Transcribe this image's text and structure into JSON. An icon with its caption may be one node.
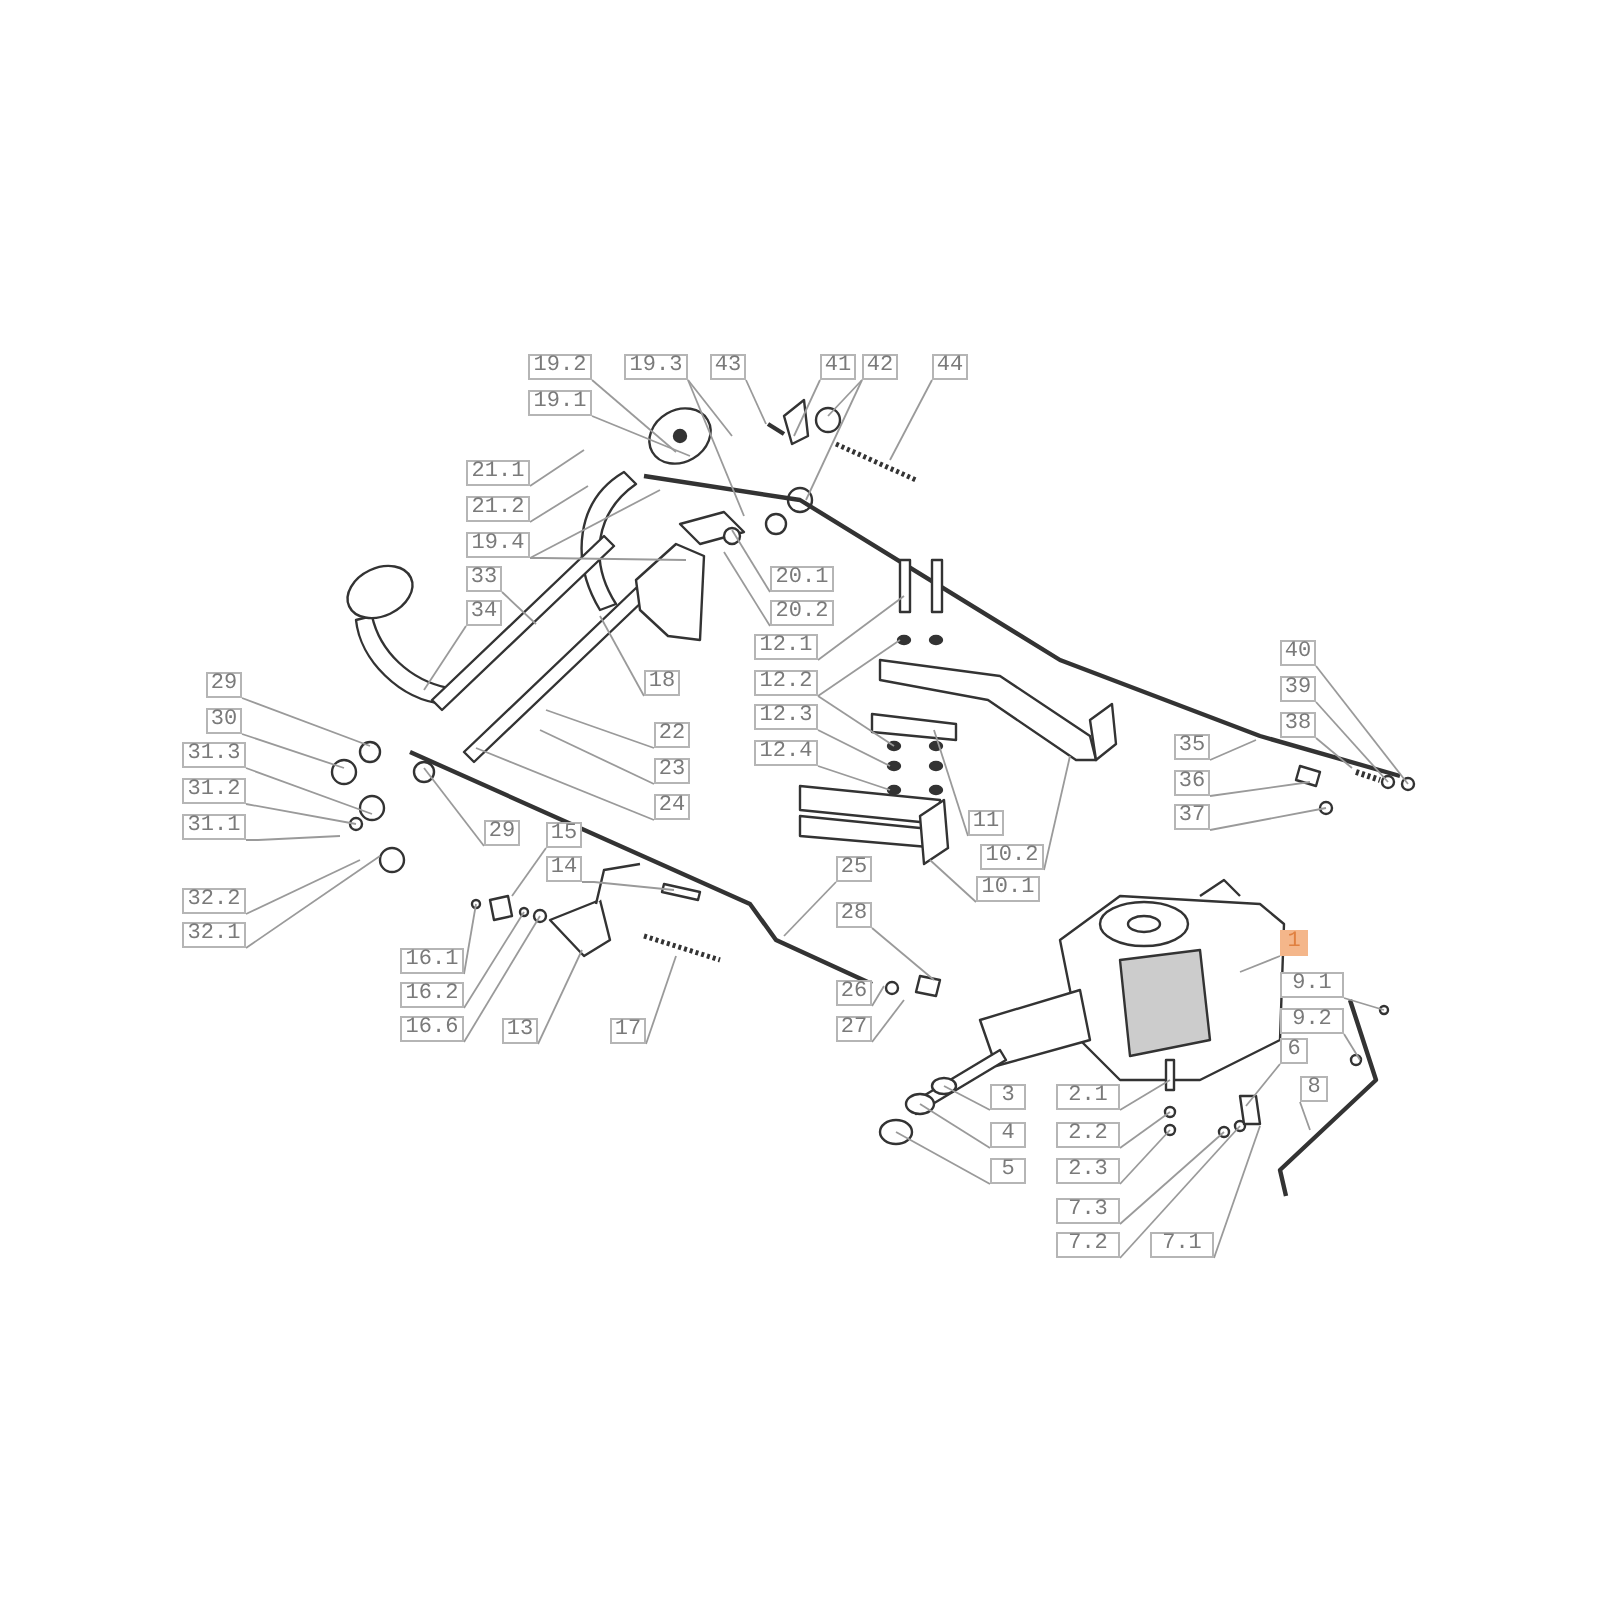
{
  "diagram": {
    "nodes": [
      {
        "text": [
          "19.2"
        ]
      },
      {
        "text": [
          "19.3"
        ]
      },
      {
        "text": [
          "43"
        ]
      },
      {
        "text": [
          "41"
        ]
      },
      {
        "text": [
          "42"
        ]
      },
      {
        "text": [
          "44"
        ]
      },
      {
        "text": [
          "19.1"
        ]
      },
      {
        "text": [
          "21.1"
        ]
      },
      {
        "text": [
          "21.2"
        ]
      },
      {
        "text": [
          "19.4"
        ]
      },
      {
        "text": [
          "20.1"
        ]
      },
      {
        "text": [
          "20.2"
        ]
      },
      {
        "text": [
          "33"
        ]
      },
      {
        "text": [
          "34"
        ]
      },
      {
        "text": [
          "12.1"
        ]
      },
      {
        "text": [
          "18"
        ]
      },
      {
        "text": [
          "12.2"
        ]
      },
      {
        "text": [
          "40"
        ]
      },
      {
        "text": [
          "29"
        ]
      },
      {
        "text": [
          "12.3"
        ]
      },
      {
        "text": [
          "39"
        ]
      },
      {
        "text": [
          "30"
        ]
      },
      {
        "text": [
          "22"
        ]
      },
      {
        "text": [
          "12.4"
        ]
      },
      {
        "text": [
          "38"
        ]
      },
      {
        "text": [
          "31.3"
        ]
      },
      {
        "text": [
          "23"
        ]
      },
      {
        "text": [
          "35"
        ]
      },
      {
        "text": [
          "31.2"
        ]
      },
      {
        "text": [
          "24"
        ]
      },
      {
        "text": [
          "11"
        ]
      },
      {
        "text": [
          "36"
        ]
      },
      {
        "text": [
          "31.1"
        ]
      },
      {
        "text": [
          "37"
        ]
      },
      {
        "text": [
          "29"
        ]
      },
      {
        "text": [
          "15"
        ]
      },
      {
        "text": [
          "10.2"
        ]
      },
      {
        "text": [
          "14"
        ]
      },
      {
        "text": [
          "10.1"
        ]
      },
      {
        "text": [
          "25"
        ]
      },
      {
        "text": [
          "32.2"
        ]
      },
      {
        "text": [
          "28"
        ]
      },
      {
        "text": [
          "32.1"
        ]
      },
      {
        "text": [
          "1"
        ]
      },
      {
        "text": [
          "16.1"
        ]
      },
      {
        "text": [
          "9.1"
        ]
      },
      {
        "text": [
          "16.2"
        ]
      },
      {
        "text": [
          "26"
        ]
      },
      {
        "text": [
          "9.2"
        ]
      },
      {
        "text": [
          "16.6"
        ]
      },
      {
        "text": [
          "13"
        ]
      },
      {
        "text": [
          "17"
        ]
      },
      {
        "text": [
          "27"
        ]
      },
      {
        "text": [
          "6"
        ]
      },
      {
        "text": [
          "3"
        ]
      },
      {
        "text": [
          "2.1"
        ]
      },
      {
        "text": [
          "8"
        ]
      },
      {
        "text": [
          "4"
        ]
      },
      {
        "text": [
          "2.2"
        ]
      },
      {
        "text": [
          "5"
        ]
      },
      {
        "text": [
          "2.3"
        ]
      },
      {
        "text": [
          "7.3"
        ]
      },
      {
        "text": [
          "7.2"
        ]
      },
      {
        "text": [
          "7.1"
        ]
      }
    ],
    "edges": [
      {
        "from": 0,
        "to": null,
        "arrow": "none"
      },
      {
        "from": 1,
        "to": null,
        "arrow": "none"
      },
      {
        "from": 1,
        "to": null,
        "arrow": "none"
      },
      {
        "from": 2,
        "to": null,
        "arrow": "none"
      },
      {
        "from": 3,
        "to": null,
        "arrow": "none"
      },
      {
        "from": 4,
        "to": null,
        "arrow": "none"
      },
      {
        "from": 4,
        "to": null,
        "arrow": "none"
      },
      {
        "from": 5,
        "to": null,
        "arrow": "none"
      },
      {
        "from": 6,
        "to": null,
        "arrow": "none"
      },
      {
        "from": 7,
        "to": null,
        "arrow": "none"
      },
      {
        "from": 8,
        "to": null,
        "arrow": "none"
      },
      {
        "from": 9,
        "to": null,
        "arrow": "none"
      },
      {
        "from": 9,
        "to": null,
        "arrow": "none"
      },
      {
        "from": 10,
        "to": null,
        "arrow": "none"
      },
      {
        "from": 11,
        "to": null,
        "arrow": "none"
      },
      {
        "from": 12,
        "to": null,
        "arrow": "none"
      },
      {
        "from": 13,
        "to": null,
        "arrow": "none"
      },
      {
        "from": 14,
        "to": null,
        "arrow": "none"
      },
      {
        "from": 15,
        "to": null,
        "arrow": "none"
      },
      {
        "from": 16,
        "to": null,
        "arrow": "none"
      },
      {
        "from": 16,
        "to": null,
        "arrow": "none"
      },
      {
        "from": 17,
        "to": null,
        "arrow": "none"
      },
      {
        "from": 18,
        "to": null,
        "arrow": "none"
      },
      {
        "from": 19,
        "to": null,
        "arrow": "none"
      },
      {
        "from": 20,
        "to": null,
        "arrow": "none"
      },
      {
        "from": 21,
        "to": null,
        "arrow": "none"
      },
      {
        "from": 22,
        "to": null,
        "arrow": "none"
      },
      {
        "from": 23,
        "to": null,
        "arrow": "none"
      },
      {
        "from": 24,
        "to": null,
        "arrow": "none"
      },
      {
        "from": 25,
        "to": null,
        "arrow": "none"
      },
      {
        "from": 26,
        "to": null,
        "arrow": "none"
      },
      {
        "from": 27,
        "to": null,
        "arrow": "none"
      },
      {
        "from": 28,
        "to": null,
        "arrow": "none"
      },
      {
        "from": 29,
        "to": null,
        "arrow": "none"
      },
      {
        "from": 30,
        "to": null,
        "arrow": "none"
      },
      {
        "from": 31,
        "to": null,
        "arrow": "none"
      },
      {
        "from": 32,
        "to": null,
        "arrow": "none"
      },
      {
        "from": 33,
        "to": null,
        "arrow": "none"
      },
      {
        "from": 34,
        "to": null,
        "arrow": "none"
      },
      {
        "from": 35,
        "to": null,
        "arrow": "none"
      },
      {
        "from": 36,
        "to": null,
        "arrow": "none"
      },
      {
        "from": 37,
        "to": null,
        "arrow": "none"
      },
      {
        "from": 38,
        "to": null,
        "arrow": "none"
      },
      {
        "from": 39,
        "to": null,
        "arrow": "none"
      },
      {
        "from": 40,
        "to": null,
        "arrow": "none"
      },
      {
        "from": 41,
        "to": null,
        "arrow": "none"
      },
      {
        "from": 42,
        "to": null,
        "arrow": "none"
      },
      {
        "from": 43,
        "to": null,
        "arrow": "none"
      },
      {
        "from": 44,
        "to": null,
        "arrow": "none"
      },
      {
        "from": 45,
        "to": null,
        "arrow": "none"
      },
      {
        "from": 46,
        "to": null,
        "arrow": "none"
      },
      {
        "from": 47,
        "to": null,
        "arrow": "none"
      },
      {
        "from": 48,
        "to": null,
        "arrow": "none"
      },
      {
        "from": 49,
        "to": null,
        "arrow": "none"
      },
      {
        "from": 50,
        "to": null,
        "arrow": "none"
      },
      {
        "from": 51,
        "to": null,
        "arrow": "none"
      },
      {
        "from": 52,
        "to": null,
        "arrow": "none"
      },
      {
        "from": 53,
        "to": null,
        "arrow": "none"
      },
      {
        "from": 54,
        "to": null,
        "arrow": "none"
      },
      {
        "from": 55,
        "to": null,
        "arrow": "none"
      },
      {
        "from": 56,
        "to": null,
        "arrow": "none"
      },
      {
        "from": 57,
        "to": null,
        "arrow": "none"
      },
      {
        "from": 58,
        "to": null,
        "arrow": "none"
      },
      {
        "from": 59,
        "to": null,
        "arrow": "none"
      },
      {
        "from": 60,
        "to": null,
        "arrow": "none"
      },
      {
        "from": 61,
        "to": null,
        "arrow": "none"
      },
      {
        "from": 62,
        "to": null,
        "arrow": "none"
      },
      {
        "from": 63,
        "to": null,
        "arrow": "none"
      }
    ]
  }
}
